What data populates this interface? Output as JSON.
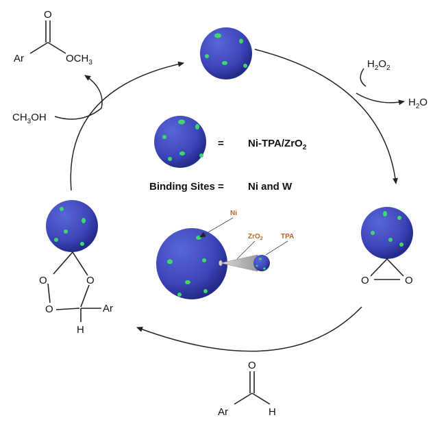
{
  "legend": {
    "catalyst_name": "Ni-TPA/ZrO",
    "catalyst_sub": "2",
    "equals": "=",
    "binding_sites_label": "Binding Sites =",
    "binding_sites_value": "Ni and W"
  },
  "callouts": {
    "ni": "Ni",
    "zro2": "ZrO",
    "zro2_sub": "2",
    "tpa": "TPA"
  },
  "reagents": {
    "h2o2_a": "H",
    "h2o2_b": "2",
    "h2o2_c": "O",
    "h2o2_d": "2",
    "h2o_a": "H",
    "h2o_b": "2",
    "h2o_c": "O",
    "ch3oh_a": "CH",
    "ch3oh_b": "3",
    "ch3oh_c": "OH"
  },
  "ester": {
    "ar": "Ar",
    "o_top": "O",
    "och3_a": "OCH",
    "och3_b": "3"
  },
  "aldehyde": {
    "ar": "Ar",
    "o_top": "O",
    "h": "H"
  },
  "epoxide": {
    "o_left": "O",
    "o_right": "O"
  },
  "trioxolane": {
    "o1": "O",
    "o2": "O",
    "o3": "O",
    "ar": "Ar",
    "h": "H"
  },
  "colors": {
    "sphere": "#3b45b8",
    "sphere_dark": "#1f2680",
    "dot": "#3fd86a",
    "callout_text": "#b5652a",
    "arrow": "#222222"
  }
}
